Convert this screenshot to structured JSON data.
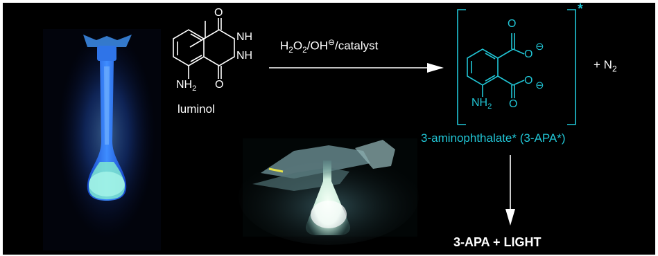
{
  "reactant": {
    "name": "luminol",
    "atoms": {
      "carbonyl_o_top": "O",
      "nh_top": "NH",
      "nh_bottom": "NH",
      "carbonyl_o_bottom": "O",
      "amine_base": "NH",
      "amine_sub": "2"
    }
  },
  "reaction": {
    "conditions_parts": [
      "H",
      "2",
      "O",
      "2",
      "/OH",
      "⊖",
      "/catalyst"
    ]
  },
  "product": {
    "name": "3-aminophthalate* (3-APA*)",
    "excited_marker": "*",
    "atoms": {
      "o_top": "O",
      "o_minus_top": "O",
      "charge_top": "⊖",
      "o_bottom": "O",
      "o_minus_bottom": "O",
      "charge_bottom": "⊖",
      "amine_base": "NH",
      "amine_sub": "2"
    }
  },
  "byproduct": {
    "prefix": "+ N",
    "sub": "2"
  },
  "final": {
    "label": "3-APA + LIGHT"
  },
  "colors": {
    "background": "#000000",
    "product": "#21c6d6",
    "text": "#ffffff",
    "glow": "#2f7dff"
  }
}
